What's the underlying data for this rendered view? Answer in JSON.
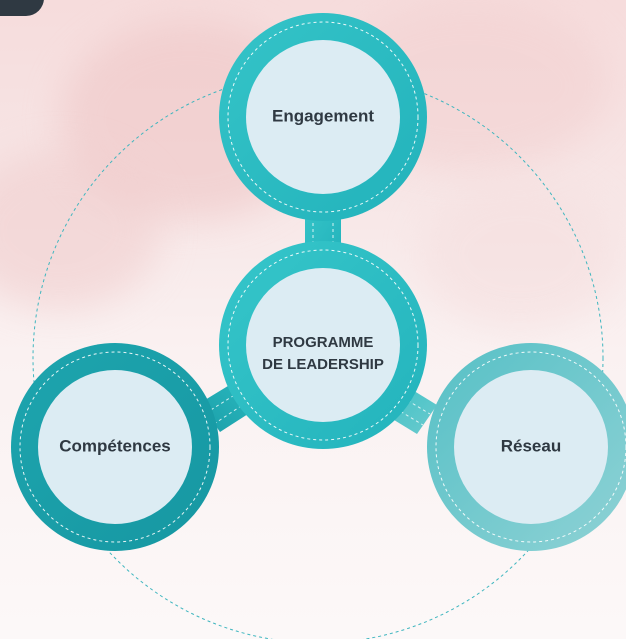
{
  "colors": {
    "teal_dark": "#1aa2ac",
    "teal_mid": "#2ec1c6",
    "teal_light": "#86cfd3",
    "node_fill": "#dcecf3",
    "text": "#2f3942",
    "dashed_ring": "#3fb6bf"
  },
  "nodes": {
    "top": {
      "label": "Engagement"
    },
    "center": {
      "line1": "PROGRAMME",
      "line2": "DE LEADERSHIP"
    },
    "left": {
      "label": "Compétences"
    },
    "right": {
      "label": "Réseau"
    }
  }
}
